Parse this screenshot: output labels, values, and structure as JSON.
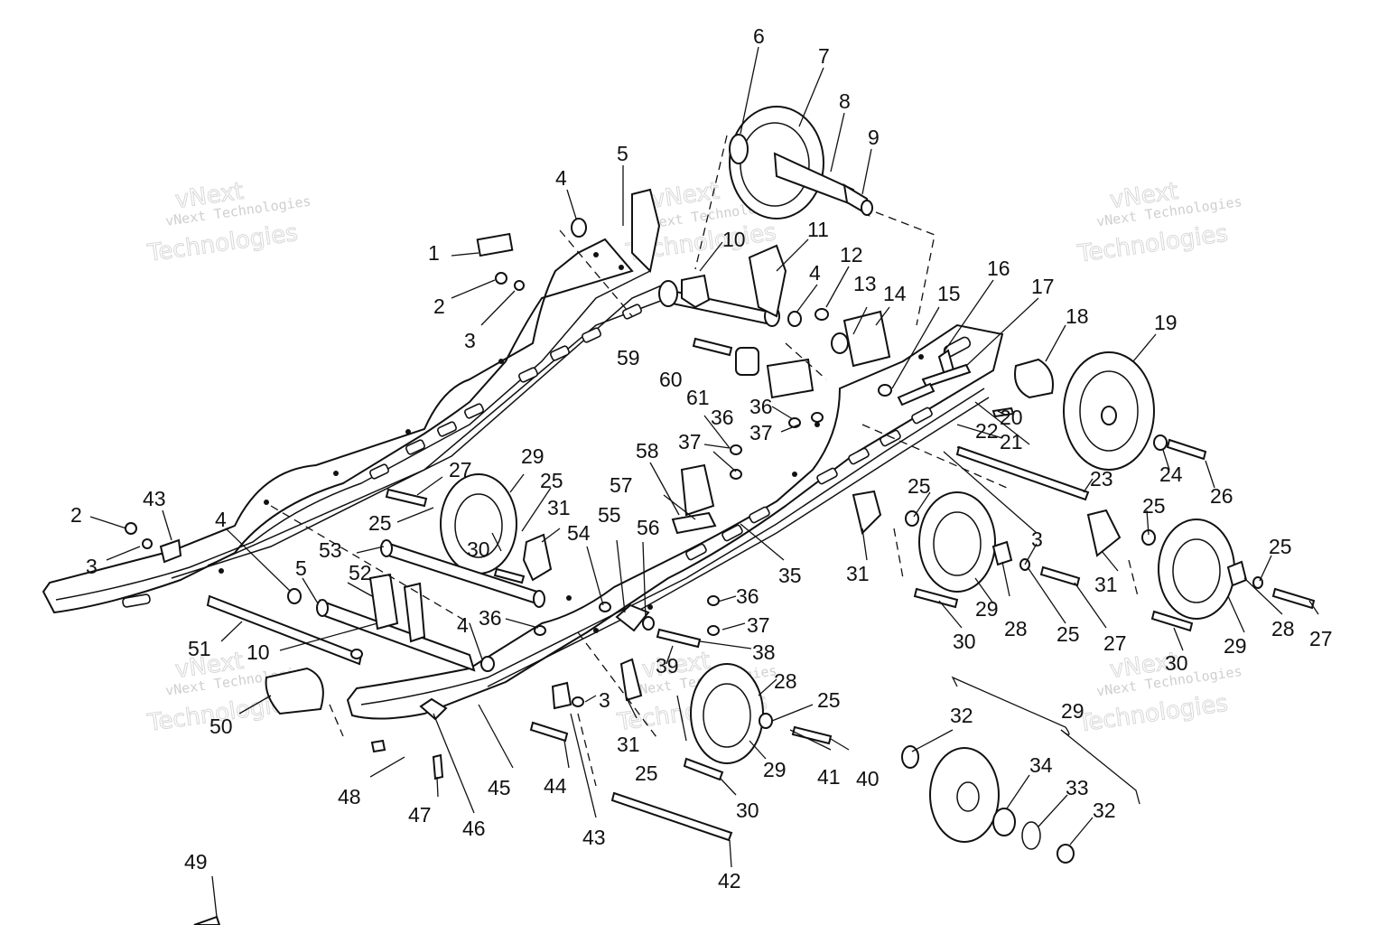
{
  "watermarks": [
    {
      "small": "vNext Technologies",
      "big_top": "vNext",
      "big_bottom": "Technologies"
    },
    {
      "small": "vNext Technologies",
      "big_top": "vNext",
      "big_bottom": "Technologies"
    },
    {
      "small": "vNext Technologies",
      "big_top": "vNext",
      "big_bottom": "Technologies"
    },
    {
      "small": "vNext Technologies",
      "big_top": "vNext",
      "big_bottom": "Technologies"
    },
    {
      "small": "vNext Technologies",
      "big_top": "vNext",
      "big_bottom": "Technologies"
    },
    {
      "small": "vNext Technologies",
      "big_top": "vNext",
      "big_bottom": "Technologies"
    }
  ],
  "callouts": [
    "1",
    "2",
    "3",
    "4",
    "5",
    "6",
    "7",
    "8",
    "9",
    "10",
    "11",
    "12",
    "13",
    "14",
    "15",
    "16",
    "17",
    "18",
    "19",
    "20",
    "21",
    "22",
    "23",
    "24",
    "25",
    "26",
    "27",
    "28",
    "29",
    "30",
    "31",
    "32",
    "33",
    "34",
    "35",
    "36",
    "37",
    "38",
    "39",
    "40",
    "41",
    "42",
    "43",
    "44",
    "45",
    "46",
    "47",
    "48",
    "49",
    "50",
    "51",
    "52",
    "53",
    "54",
    "55",
    "56",
    "57",
    "58",
    "59",
    "60",
    "61"
  ]
}
